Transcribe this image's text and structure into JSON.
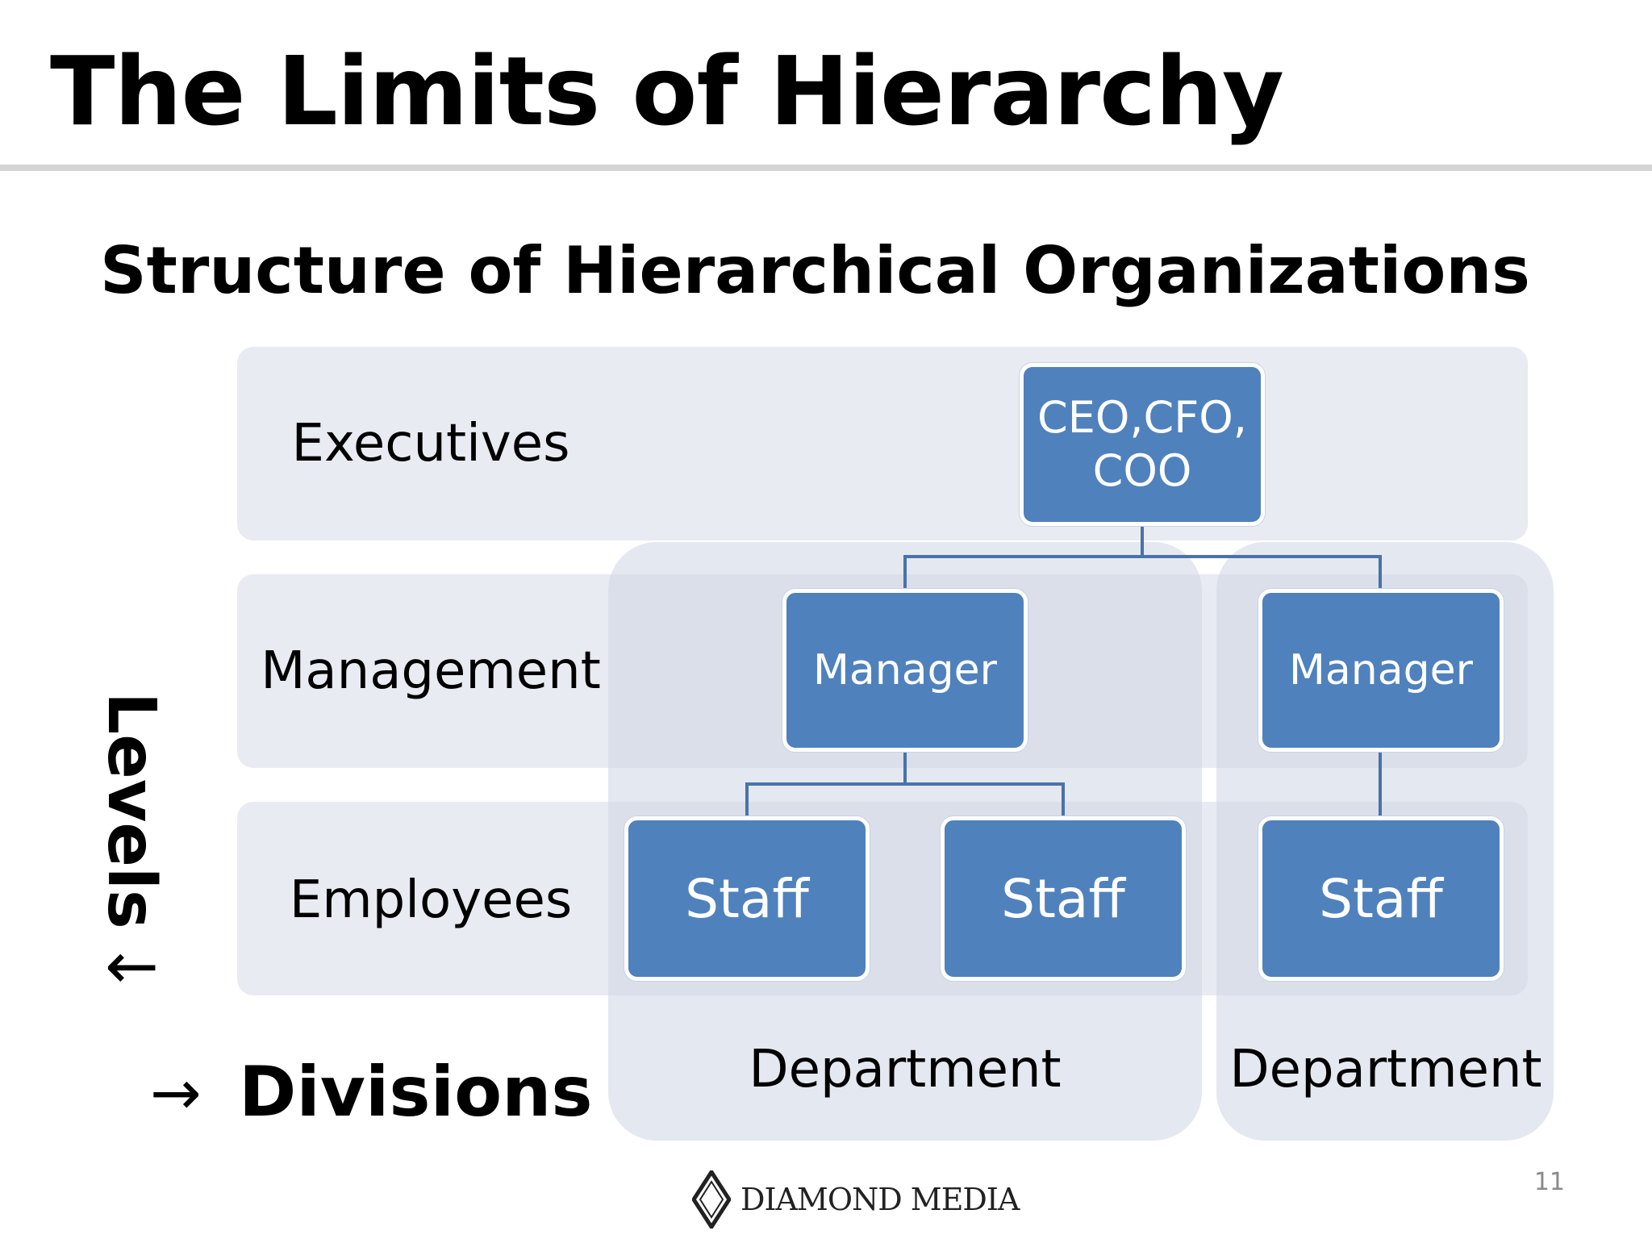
{
  "slide": {
    "title": "The Limits of Hierarchy",
    "subtitle": "Structure of Hierarchical Organizations",
    "page_number": "11"
  },
  "levels": [
    {
      "label": "Executives"
    },
    {
      "label": "Management"
    },
    {
      "label": "Employees"
    }
  ],
  "departments": [
    {
      "label": "Department"
    },
    {
      "label": "Department"
    }
  ],
  "nodes": {
    "executive": {
      "line1": "CEO,CFO,",
      "line2": "COO"
    },
    "manager_1": "Manager",
    "manager_2": "Manager",
    "staff_1": "Staff",
    "staff_2": "Staff",
    "staff_3": "Staff"
  },
  "axes": {
    "levels_label": "Levels",
    "levels_arrow": "←",
    "divisions_arrow": "→",
    "divisions_label": "Divisions"
  },
  "logo": {
    "text": "DIAMOND MEDIA"
  },
  "colors": {
    "node_fill": "#4f81bd",
    "node_text": "#ffffff",
    "band_fill": "#e9ebf2",
    "department_fill": "#ced5e4",
    "connector": "#4a72a8"
  }
}
